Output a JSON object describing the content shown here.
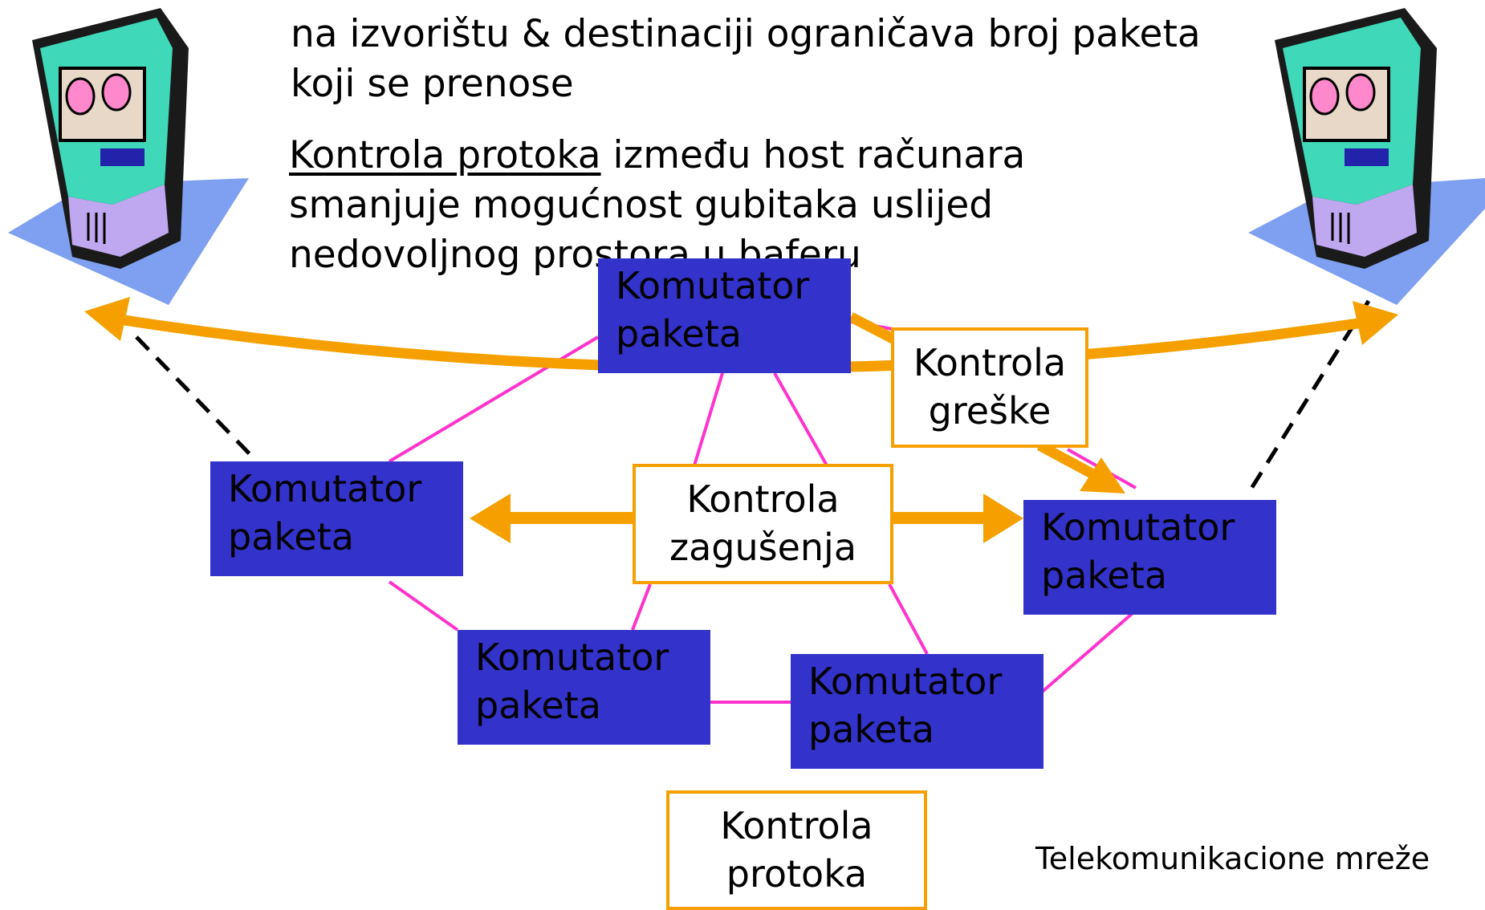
{
  "text": {
    "partial_first_line": "na izvorištu & destinaciji ograničava broj paketa",
    "line2": "koji se prenose",
    "flow_link": "Kontrola protoka",
    "flow_rest": " između host računara",
    "line4": "smanjuje mogućnost gubitaka uslijed",
    "line5": "nedovoljnog prostora u baferu"
  },
  "switches": [
    {
      "line1": "Komutator",
      "line2": "paketa"
    },
    {
      "line1": "Komutator",
      "line2": "paketa"
    },
    {
      "line1": "Komutator",
      "line2": "paketa"
    },
    {
      "line1": "Komutator",
      "line2": "paketa"
    },
    {
      "line1": "Komutator",
      "line2": "paketa"
    }
  ],
  "controls": {
    "error": {
      "line1": "Kontrola",
      "line2": "greške"
    },
    "congestion": {
      "line1": "Kontrola",
      "line2": "zagušenja"
    },
    "flow": {
      "line1": "Kontrola",
      "line2": "protoka"
    }
  },
  "footer": "Telekomunikacione mreže",
  "colors": {
    "switch": "#3333cc",
    "link": "#ff33cc",
    "arrow": "#f5a000",
    "border": "#f5a000"
  },
  "icons": [
    "host-computer-icon",
    "host-computer-icon"
  ]
}
